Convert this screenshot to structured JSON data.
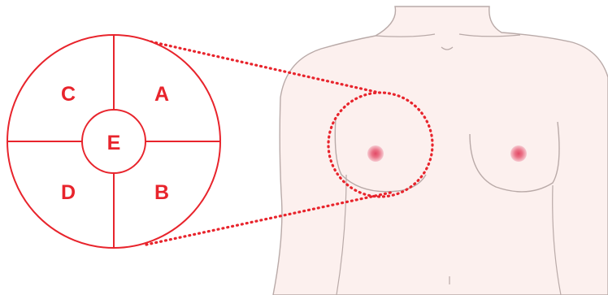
{
  "colors": {
    "accent": "#e8242c",
    "body_fill": "#fcf0ee",
    "body_outline": "#b9aaa8",
    "nipple": "#ec8d9b",
    "nipple_center": "#e24a66"
  },
  "regions": {
    "upper_outer": "C",
    "upper_inner": "A",
    "center": "E",
    "lower_outer": "D",
    "lower_inner": "B"
  }
}
